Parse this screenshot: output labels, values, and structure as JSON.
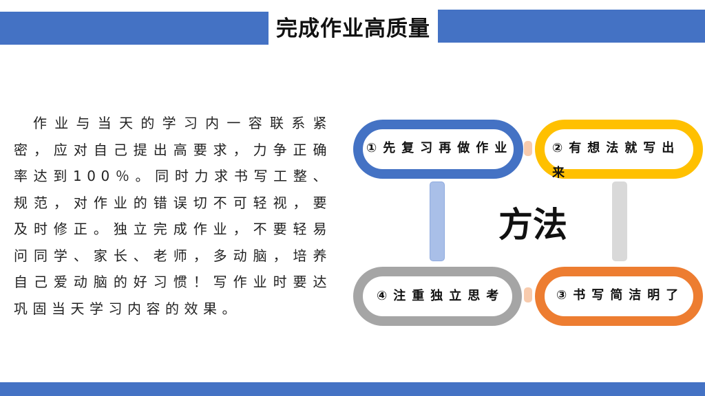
{
  "slide": {
    "title": "完成作业高质量",
    "paragraph": "作业与当天的学习内一容联系紧密，应对自己提出高要求，力争正确率达到100％。同时力求书写工整、规范，对作业的错误切不可轻视，要及时修正。独立完成作业，不要轻易问同学、家长、老师，多动脑，培养自己爱动脑的好习惯！写作业时要达巩固当天学习内容的效果。",
    "center_label": "方法",
    "steps": [
      {
        "text": "①先复习再做作业",
        "color": "#4472c4"
      },
      {
        "text": "②有想法就写出来",
        "color": "#ffc000"
      },
      {
        "text": "③书写简洁明了",
        "color": "#ed7d31"
      },
      {
        "text": "④注重独立思考",
        "color": "#a5a5a5"
      }
    ]
  },
  "colors": {
    "accent": "#4472c4"
  }
}
